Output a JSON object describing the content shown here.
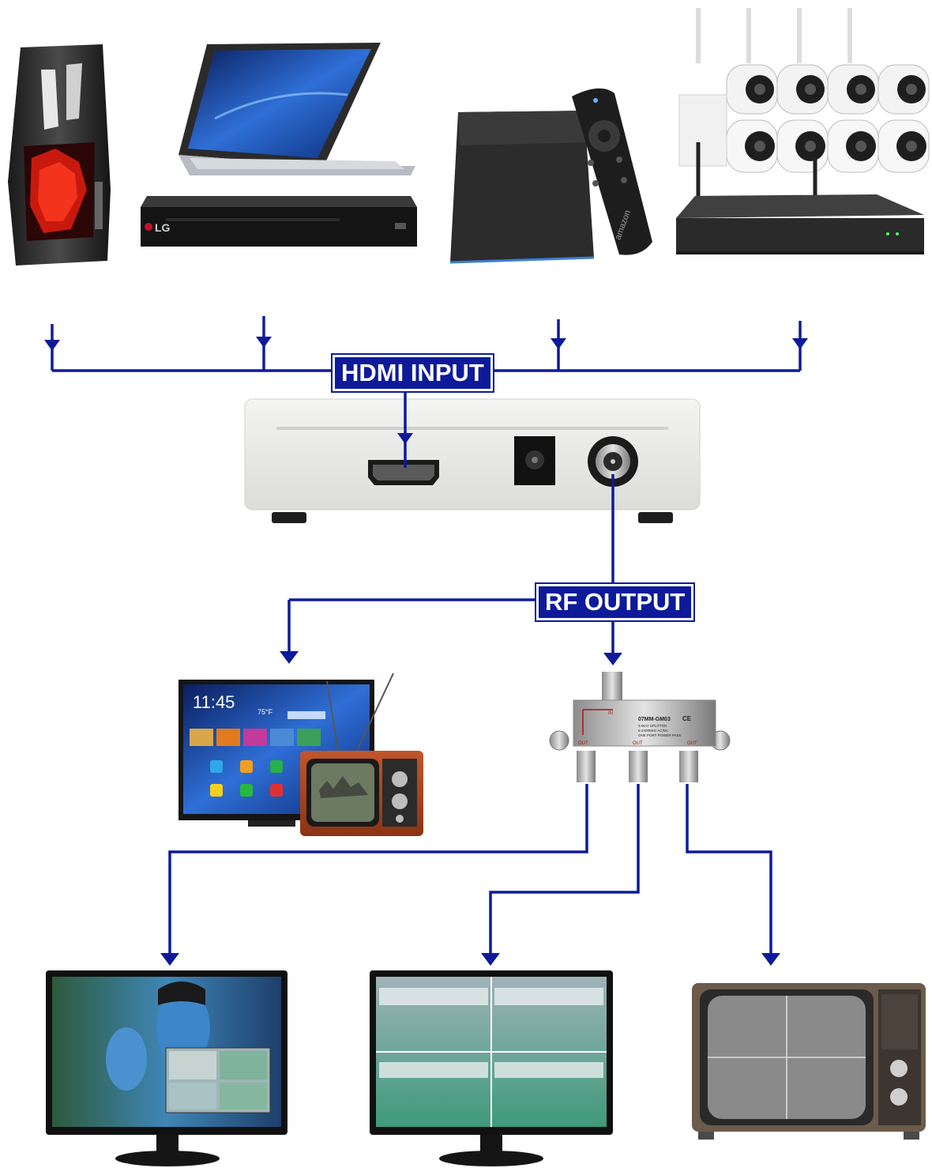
{
  "labels": {
    "hdmi_input": "HDMI INPUT",
    "rf_output": "RF OUTPUT"
  },
  "devices": {
    "dvd_brand": "LG",
    "stick_brand": "amazon",
    "smart_tv_clock": "11:45",
    "smart_tv_temp": "75°F",
    "splitter_model": "07MM-GM03",
    "splitter_ce": "CE",
    "splitter_in": "IN",
    "splitter_out": "OUT",
    "splitter_desc_1": "3-WAY SPLITTER",
    "splitter_desc_2": "5-2400MHz AC/DC",
    "splitter_desc_3": "ONE PORT POWER PASS"
  },
  "colors": {
    "connector": "#0d1b9a",
    "label_bg": "#0d1b9a",
    "label_text": "#ffffff"
  }
}
